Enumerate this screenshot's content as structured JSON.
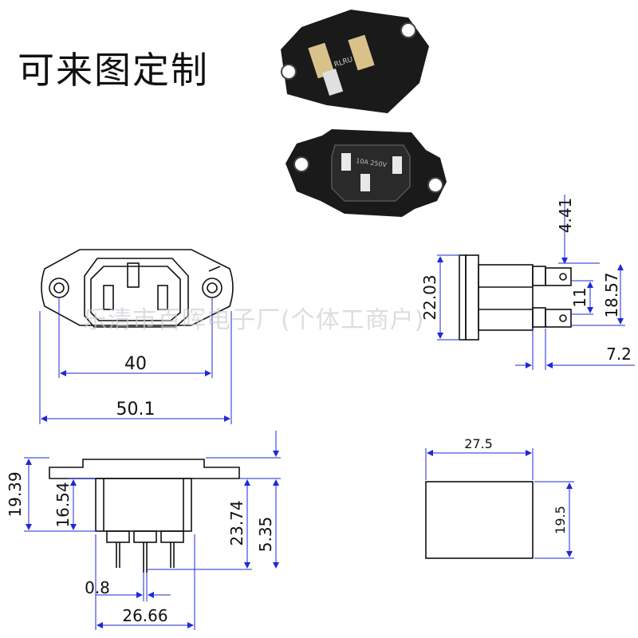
{
  "title": "可来图定制",
  "watermark": "乐清市百晖电子厂(个体工商户)",
  "colors": {
    "line": "#111111",
    "dimension": "#1e2ad6",
    "product": "#1a1a1a",
    "watermark": "#c9cbd2"
  },
  "dimensions": {
    "front_hole_spacing": "40",
    "front_overall_width": "50.1",
    "side_top_offset": "4.41",
    "side_height": "22.03",
    "side_pin_spacing": "11",
    "side_overall_height": "18.57",
    "side_pin_depth": "7.2",
    "bottom_total_height": "19.39",
    "bottom_body_height": "16.54",
    "bottom_with_pins": "23.74",
    "bottom_pin_length": "5.35",
    "bottom_pin_width": "0.8",
    "bottom_body_width": "26.66",
    "cutout_width": "27.5",
    "cutout_height": "19.5"
  }
}
